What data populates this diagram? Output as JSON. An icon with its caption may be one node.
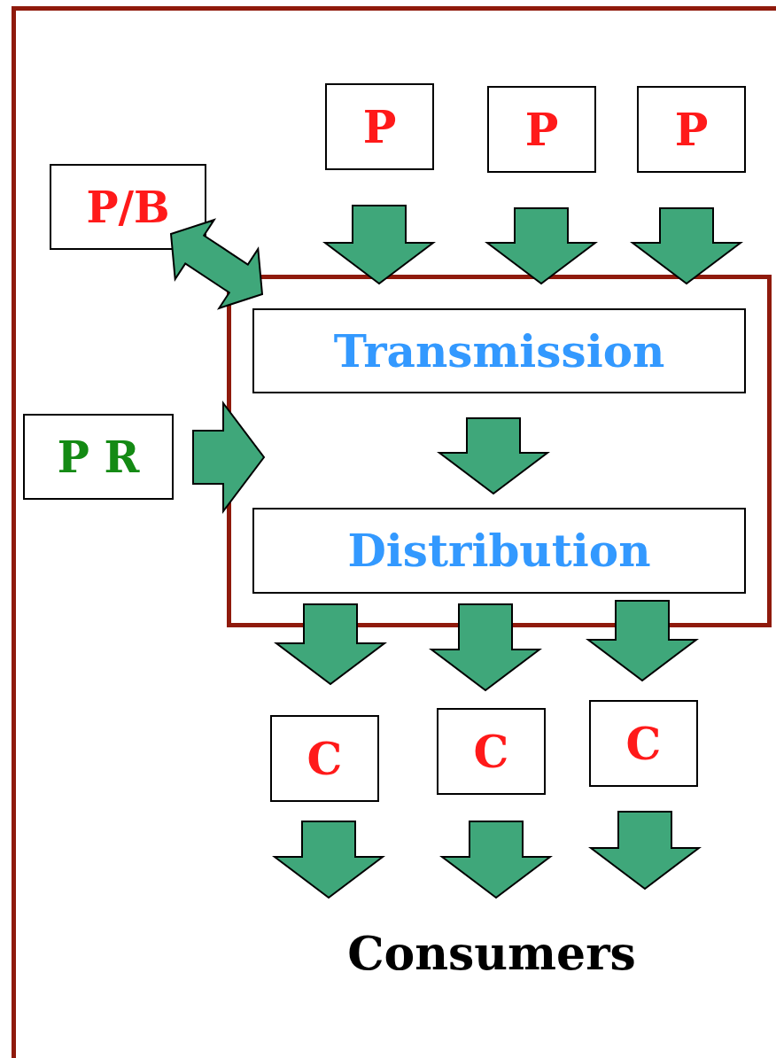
{
  "diagram": {
    "nodes": [
      {
        "text": [
          "P/B"
        ]
      },
      {
        "text": [
          "P"
        ]
      },
      {
        "text": [
          "P"
        ]
      },
      {
        "text": [
          "P"
        ]
      },
      {
        "text": [],
        "shape": "box"
      },
      {
        "text": [
          "Transmission"
        ],
        "in": 4
      },
      {
        "text": [
          "Distribution"
        ],
        "in": 4
      },
      {
        "text": [
          "P R"
        ]
      },
      {
        "text": [
          "C"
        ]
      },
      {
        "text": [
          "C"
        ]
      },
      {
        "text": [
          "C"
        ]
      },
      {
        "text": [
          "Consumers"
        ]
      }
    ],
    "edges": [
      {
        "from": 0,
        "to": 4,
        "arrow": "both"
      },
      {
        "from": 1,
        "to": 4,
        "arrow": "to"
      },
      {
        "from": 2,
        "to": 4,
        "arrow": "to"
      },
      {
        "from": 3,
        "to": 4,
        "arrow": "to"
      },
      {
        "from": 7,
        "to": 4,
        "arrow": "to"
      },
      {
        "from": 5,
        "to": 6,
        "arrow": "to"
      },
      {
        "from": 6,
        "to": 8,
        "arrow": "to"
      },
      {
        "from": 6,
        "to": 9,
        "arrow": "to"
      },
      {
        "from": 6,
        "to": 10,
        "arrow": "to"
      },
      {
        "from": 8,
        "to": 11,
        "arrow": "to"
      },
      {
        "from": 9,
        "to": 11,
        "arrow": "to"
      },
      {
        "from": 10,
        "to": 11,
        "arrow": "to"
      }
    ]
  }
}
